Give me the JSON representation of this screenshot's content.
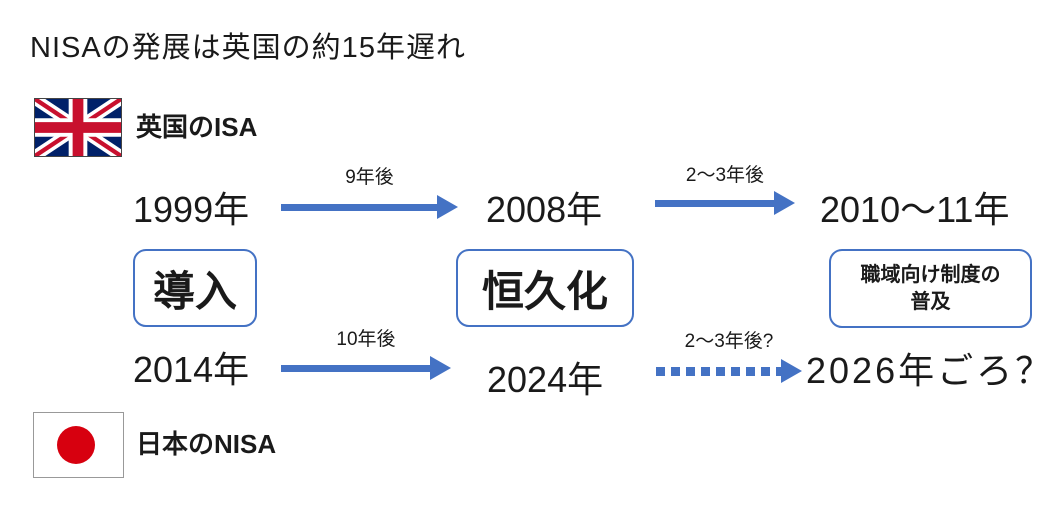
{
  "title": "NISAの発展は英国の約15年遅れ",
  "colors": {
    "accent_blue": "#4472C4",
    "uk_navy": "#012169",
    "uk_red": "#C8102E",
    "japan_red": "#D7000F",
    "text": "#1a1a1a"
  },
  "uk_track": {
    "label": "英国のISA",
    "flag": "uk-flag",
    "milestones": [
      "1999年",
      "2008年",
      "2010〜11年"
    ],
    "arrow_labels": [
      "9年後",
      "2〜3年後"
    ]
  },
  "stages": [
    {
      "label": "導入"
    },
    {
      "label": "恒久化"
    },
    {
      "lines": [
        "職域向け制度の",
        "普及"
      ]
    }
  ],
  "japan_track": {
    "label": "日本のNISA",
    "flag": "japan-flag",
    "milestones": [
      "2014年",
      "2024年",
      "2026年ごろ？"
    ],
    "arrow_labels": [
      "10年後",
      "2〜3年後?"
    ]
  }
}
